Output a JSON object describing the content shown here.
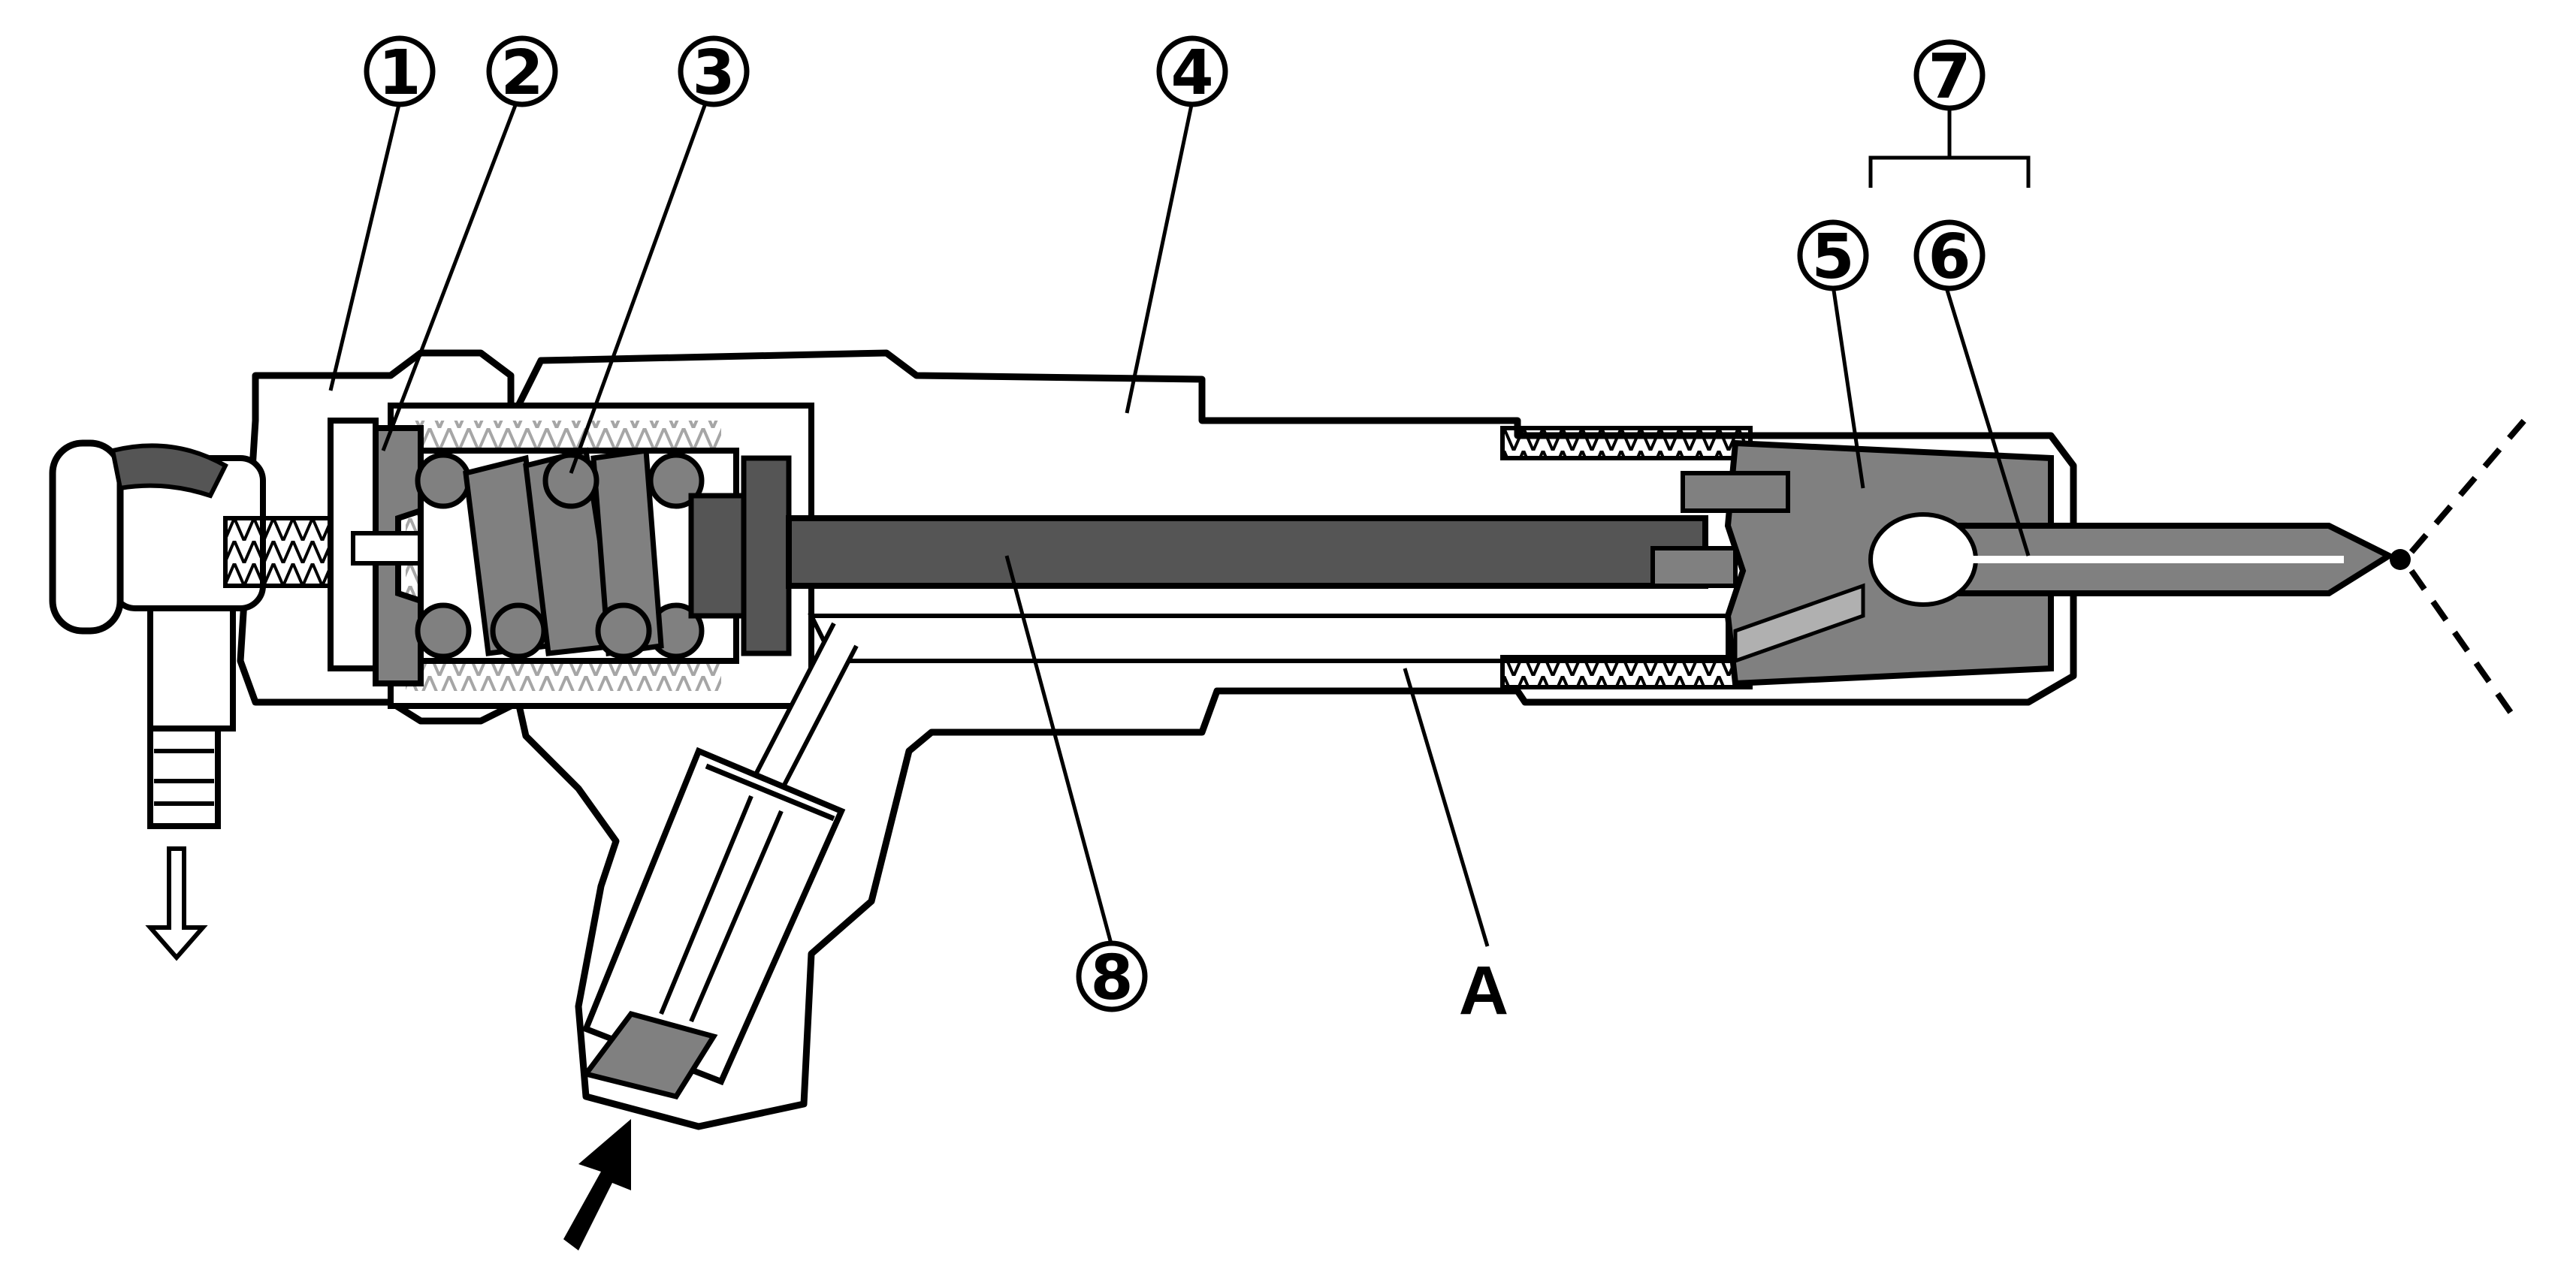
{
  "callouts": [
    {
      "id": "1",
      "label": "1"
    },
    {
      "id": "2",
      "label": "2"
    },
    {
      "id": "3",
      "label": "3"
    },
    {
      "id": "4",
      "label": "4"
    },
    {
      "id": "5",
      "label": "5"
    },
    {
      "id": "6",
      "label": "6"
    },
    {
      "id": "7",
      "label": "7"
    },
    {
      "id": "8",
      "label": "8"
    }
  ],
  "letter_callout": "A",
  "colors": {
    "line": "#000000",
    "body_fill": "#ffffff",
    "part_fill": "#808080",
    "dark_fill": "#555555",
    "light_fill": "#b0b0b0"
  }
}
